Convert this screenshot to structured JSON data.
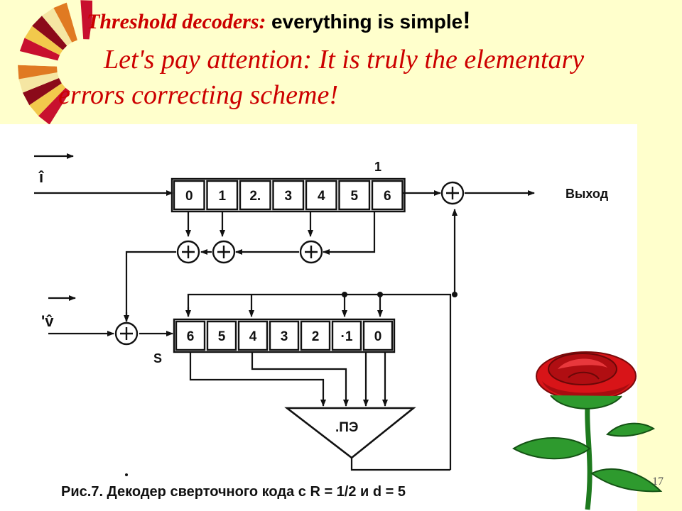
{
  "title": {
    "main": "Threshold decoders:",
    "highlight": "everything is simple",
    "bang": "!"
  },
  "subtitle": {
    "line1": "Let's pay attention: It is truly the elementary",
    "line2": "errors correcting scheme!"
  },
  "diagram": {
    "input_top": "î",
    "input_bottom": "'v̂",
    "output_label": "Выход",
    "mark_one": "1",
    "s_label": "S",
    "threshold_element": ".ПЭ",
    "top_register": [
      "0",
      "1",
      "2.",
      "3",
      "4",
      "5",
      "6"
    ],
    "bottom_register": [
      "6",
      "5",
      "4",
      "3",
      "2",
      "·1",
      "0"
    ]
  },
  "caption": "Рис.7. Декодер сверточного кода с R = 1/2 и d = 5",
  "page_number": "17",
  "colors": {
    "background": "#FFFFCC",
    "title": "#CC0000",
    "rose": "#D81418",
    "leaf": "#2E9A2E"
  }
}
